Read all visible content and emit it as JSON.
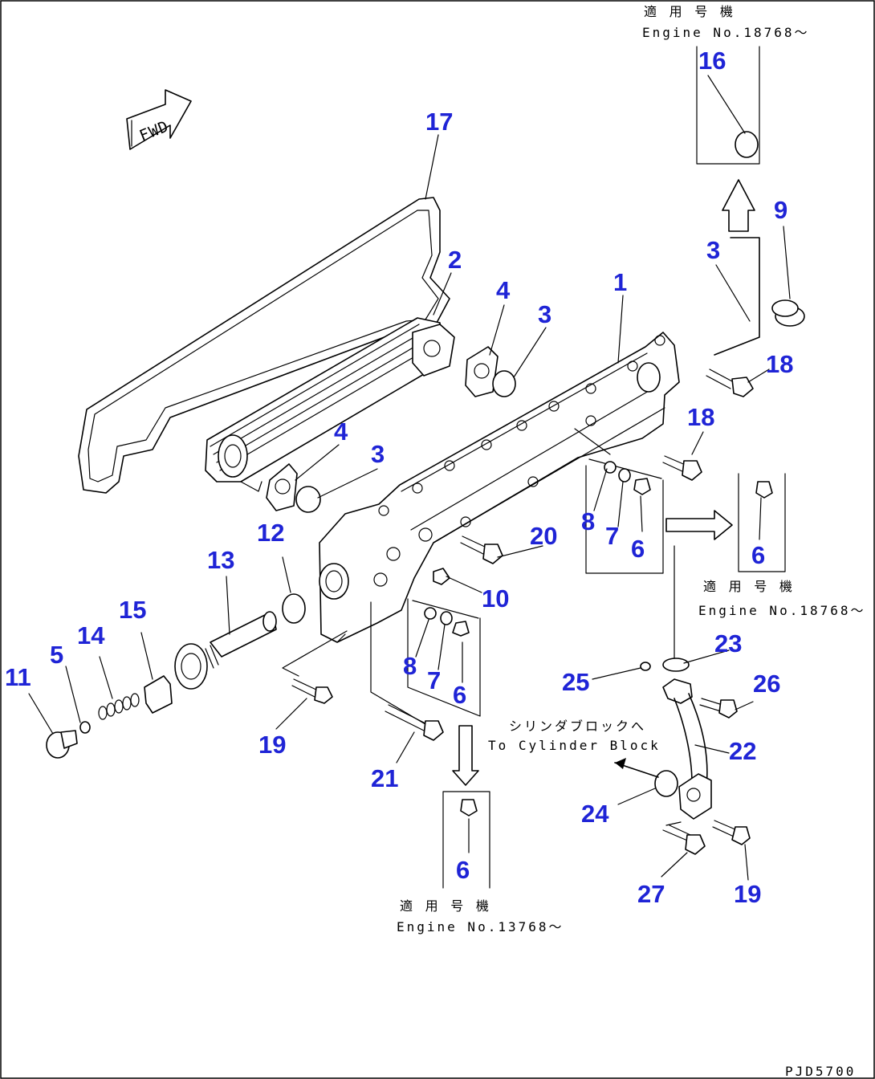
{
  "notes": {
    "top_jp": "適 用 号 機",
    "top_en": "Engine No.18768～",
    "right_jp": "適 用 号 機",
    "right_en": "Engine No.18768～",
    "bottom_jp": "適 用 号 機",
    "bottom_en": "Engine No.13768～",
    "to_block_jp": "シリンダブロックへ",
    "to_block_en": "To Cylinder Block"
  },
  "fwd_label": "FWD",
  "footer_code": "PJD5700",
  "callouts": {
    "c1": "1",
    "c2": "2",
    "c3a": "3",
    "c3b": "3",
    "c3c": "3",
    "c4a": "4",
    "c4b": "4",
    "c5": "5",
    "c6a": "6",
    "c6b": "6",
    "c6c": "6",
    "c6d": "6",
    "c7a": "7",
    "c7b": "7",
    "c8a": "8",
    "c8b": "8",
    "c9": "9",
    "c10": "10",
    "c11": "11",
    "c12": "12",
    "c13": "13",
    "c14": "14",
    "c15": "15",
    "c16": "16",
    "c17": "17",
    "c18a": "18",
    "c18b": "18",
    "c19a": "19",
    "c19b": "19",
    "c20": "20",
    "c21": "21",
    "c22": "22",
    "c23": "23",
    "c24": "24",
    "c25": "25",
    "c26": "26",
    "c27": "27"
  },
  "colors": {
    "callout": "#1f24d6",
    "line": "#000000",
    "background": "#ffffff"
  }
}
